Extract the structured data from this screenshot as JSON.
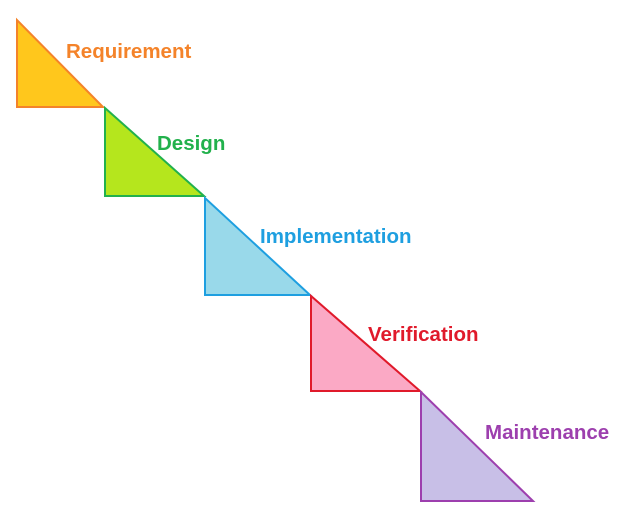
{
  "diagram": {
    "stages": [
      {
        "label": "Requirement",
        "fill": "#FFC71C",
        "stroke": "#F4832A",
        "text_color": "#F4832A"
      },
      {
        "label": "Design",
        "fill": "#B5E61D",
        "stroke": "#22B14C",
        "text_color": "#22B14C"
      },
      {
        "label": "Implementation",
        "fill": "#99D9EA",
        "stroke": "#1E9FE0",
        "text_color": "#1E9FE0"
      },
      {
        "label": "Verification",
        "fill": "#FBA9C5",
        "stroke": "#E01A2B",
        "text_color": "#E01A2B"
      },
      {
        "label": "Maintenance",
        "fill": "#C8BFE7",
        "stroke": "#9D3FAE",
        "text_color": "#9D3FAE"
      }
    ]
  }
}
